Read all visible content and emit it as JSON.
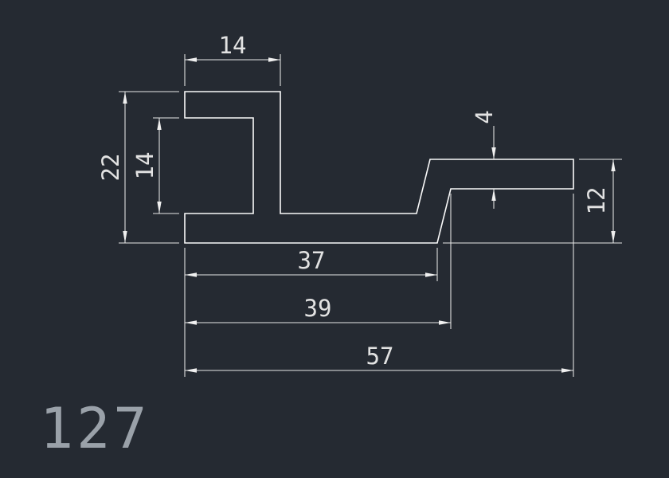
{
  "app": {
    "background_color": "#252a32",
    "line_color": "#fafafa",
    "dim_line_color": "#e8e8e8",
    "dim_text_color": "#e2e2e2",
    "title_color": "#9aa1a9"
  },
  "drawing": {
    "title": "127",
    "dimensions": {
      "top_width": "14",
      "overall_height": "22",
      "inner_opening_height": "14",
      "right_flange_thickness": "4",
      "right_end_height": "12",
      "bottom_flat_length": "37",
      "bottom_step_length": "39",
      "overall_width": "57"
    }
  }
}
